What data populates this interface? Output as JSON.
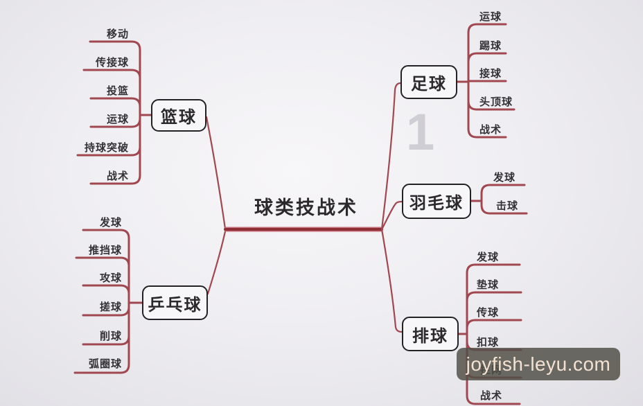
{
  "title": "球类技战术",
  "background_number": "1",
  "watermark": {
    "text": "joyfish-leyu.com",
    "bg": "#514f46",
    "text_color": "#f3e2d2"
  },
  "colors": {
    "line": "#a04750",
    "trunk": "#8e2f38",
    "trunkEdge": "#c9717b",
    "nodeBorder": "#242124",
    "nodeFill": "#f7f6f8",
    "text": "#2b292c",
    "background": "#eceaef",
    "watermarkBg": "#514f46",
    "watermarkText": "#f3e2d2"
  },
  "branches": [
    {
      "name": "篮球",
      "children": [
        "移动",
        "传接球",
        "投篮",
        "运球",
        "持球突破",
        "战术"
      ]
    },
    {
      "name": "乒乓球",
      "children": [
        "发球",
        "推挡球",
        "攻球",
        "搓球",
        "削球",
        "弧圈球"
      ]
    },
    {
      "name": "足球",
      "children": [
        "运球",
        "踢球",
        "接球",
        "头顶球",
        "战术"
      ]
    },
    {
      "name": "羽毛球",
      "children": [
        "发球",
        "击球"
      ]
    },
    {
      "name": "排球",
      "children": [
        "发球",
        "垫球",
        "传球",
        "扣球",
        "拦网",
        "战术"
      ]
    }
  ]
}
